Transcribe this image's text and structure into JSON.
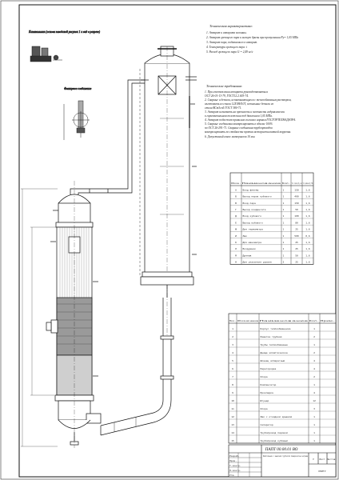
{
  "sheet": {
    "caption": "Кипятильник (основа заводской рисунок 1 и вид в разрезе)"
  },
  "detail_note": "Фланцевое соединение",
  "technical_characteristics": {
    "heading": "Техническая характеристика:",
    "lines": [
      "1. Аппарат и аппарата колонны.",
      "2. Аппарат греющего пара и мелкую бризы при пропускании Ру= 1,05 МПа",
      "3. Аппарат пара, подаваемого в аппарат.",
      "4. Температура греющего пара: t",
      "5. Расход греющего пара G = 2,49 кг/с"
    ]
  },
  "technical_requirements": {
    "heading": "Технические требования:",
    "lines": [
      "1. При изготовлении аппарата руководствоваться",
      "ОСТ 26-01-13-79, ГОСТ12.2.003-74.",
      "2. Сварные и детали, испытывающиеся с теплообменным раствором,",
      "изготовить из стали 12Х18Н10Т, остальные детали из",
      "стали ВСт3сп5 ГОСТ 380-71.",
      "3. Аппарат испытать на прочность и плотность гидравлически",
      "в горизонтальном положении под давлением 1,05 МПа.",
      "4. Аппарат подлежит правилам согласно нормам ГОСГОРТЕХНАДЗОРА.",
      "5. Сварные соединения контролировать в объеме 100%",
      "по ОСТ 26-291-71. Сварные соединения трубопроводов",
      "контролировать по стойкости против межкристаллитной коррозии.",
      "6. Допустимый износ материалов 10 мм."
    ]
  },
  "nozzle_table": {
    "title": "Таблица штуцеров",
    "columns": [
      "Обозн.",
      "Наименование",
      "Кол.",
      "Усл. проход Dу, мм",
      "Усл. давление Ру, МПа"
    ],
    "rows": [
      [
        "А",
        "Вход флегмы",
        "1",
        "150",
        "1,6"
      ],
      [
        "Б",
        "Выход паров кубового",
        "1",
        "400",
        "1,6"
      ],
      [
        "В",
        "Вход пара",
        "1",
        "150",
        "1,6"
      ],
      [
        "Г",
        "Выход конденсата",
        "1",
        "50",
        "1,6"
      ],
      [
        "Д",
        "Вход кубового",
        "1",
        "100",
        "1,6"
      ],
      [
        "Е",
        "Выход кубового",
        "1",
        "80",
        "1,6"
      ],
      [
        "Ж",
        "Для термометра",
        "1",
        "25",
        "1,6"
      ],
      [
        "И",
        "Люк",
        "1",
        "500",
        "0,6"
      ],
      [
        "К",
        "Для манометра",
        "1",
        "25",
        "1,6"
      ],
      [
        "Л",
        "Воздушник",
        "1",
        "25",
        "1,6"
      ],
      [
        "М",
        "Дренаж",
        "1",
        "50",
        "1,6"
      ],
      [
        "Н",
        "Для указателя уровня",
        "2",
        "25",
        "1,6"
      ]
    ]
  },
  "spec_table": {
    "columns": [
      "Поз.",
      "Обозначение",
      "Наименование",
      "Кол.",
      "Прим."
    ],
    "rows": [
      [
        "1",
        "",
        "Корпус теплообменника",
        "1",
        ""
      ],
      [
        "2",
        "",
        "Решетка трубная",
        "2",
        ""
      ],
      [
        "3",
        "",
        "Трубы теплообменные",
        "1",
        ""
      ],
      [
        "4",
        "",
        "Днище эллиптическое",
        "2",
        ""
      ],
      [
        "5",
        "",
        "Фланец аппаратный",
        "4",
        ""
      ],
      [
        "6",
        "",
        "Перегородка",
        "4",
        ""
      ],
      [
        "7",
        "",
        "Опора",
        "2",
        ""
      ],
      [
        "8",
        "",
        "Компенсатор",
        "1",
        ""
      ],
      [
        "9",
        "",
        "Прокладка",
        "4",
        ""
      ],
      [
        "10",
        "",
        "Штуцер",
        "12",
        ""
      ],
      [
        "11",
        "",
        "Опора",
        "3",
        ""
      ],
      [
        "12",
        "",
        "Люк с откидной крышкой",
        "1",
        ""
      ],
      [
        "13",
        "",
        "Сепаратор",
        "1",
        ""
      ],
      [
        "14",
        "",
        "Трубопровод паровой",
        "1",
        ""
      ],
      [
        "15",
        "",
        "Трубопровод кубовый",
        "1",
        ""
      ]
    ]
  },
  "title_block": {
    "doc_code": "ПАПТ 00.00.01 ВО",
    "doc_title": "Кипятильник с выносной трубчатой поверхностью нагрева",
    "stage": "У",
    "sheet_label": "Лист",
    "sheets_label": "Листов",
    "org": "КНИТУ",
    "roles": [
      "Разраб.",
      "Пров.",
      "Т.контр.",
      "Н.контр.",
      "Утв."
    ]
  }
}
